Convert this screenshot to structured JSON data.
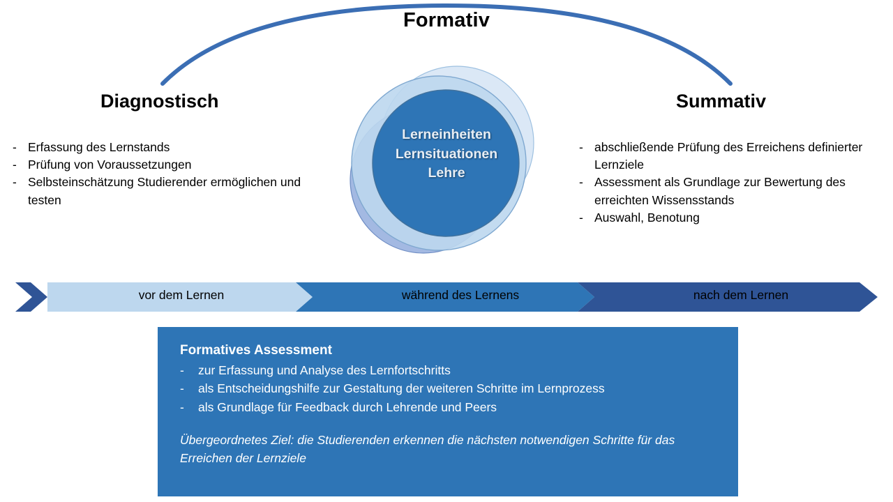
{
  "diagram": {
    "top_title": "Formativ",
    "columns": [
      {
        "heading": "Diagnostisch",
        "bullets": [
          "Erfassung des Lernstands",
          "Prüfung von Voraussetzungen",
          "Selbsteinschätzung Studierender ermöglichen und testen"
        ]
      },
      {
        "heading": "Summativ",
        "bullets": [
          "abschließende Prüfung des Erreichens definierter Lernziele",
          "Assessment als Grundlage zur Bewertung des erreichten Wissensstands",
          "Auswahl, Benotung"
        ]
      }
    ],
    "center_circle": {
      "line1": "Lerneinheiten",
      "line2": "Lernsituationen",
      "line3": "Lehre"
    },
    "timeline": {
      "segments": [
        {
          "label": "vor dem Lernen",
          "color": "#bdd7ee"
        },
        {
          "label": "während des Lernens",
          "color": "#2e75b6"
        },
        {
          "label": "nach dem Lernen",
          "color": "#2f5496"
        }
      ]
    },
    "panel": {
      "title": "Formatives Assessment",
      "bullets": [
        "zur Erfassung und Analyse des Lernfortschritts",
        "als Entscheidungshilfe zur Gestaltung der weiteren Schritte im Lernprozess",
        "als Grundlage für Feedback durch Lehrende und Peers"
      ],
      "note": "Übergeordnetes Ziel: die Studierenden erkennen die nächsten notwendigen Schritte für das Erreichen der Lernziele",
      "background": "#2e75b6"
    },
    "bullet_marker": "-",
    "colors": {
      "arc": "#3b6eb4",
      "circle_outer_light": "#bdd7ee",
      "circle_mid_light": "#d3e3f3",
      "circle_periwinkle": "#8faadc",
      "circle_core": "#2e75b6",
      "circle_stroke": "#41719c"
    }
  }
}
